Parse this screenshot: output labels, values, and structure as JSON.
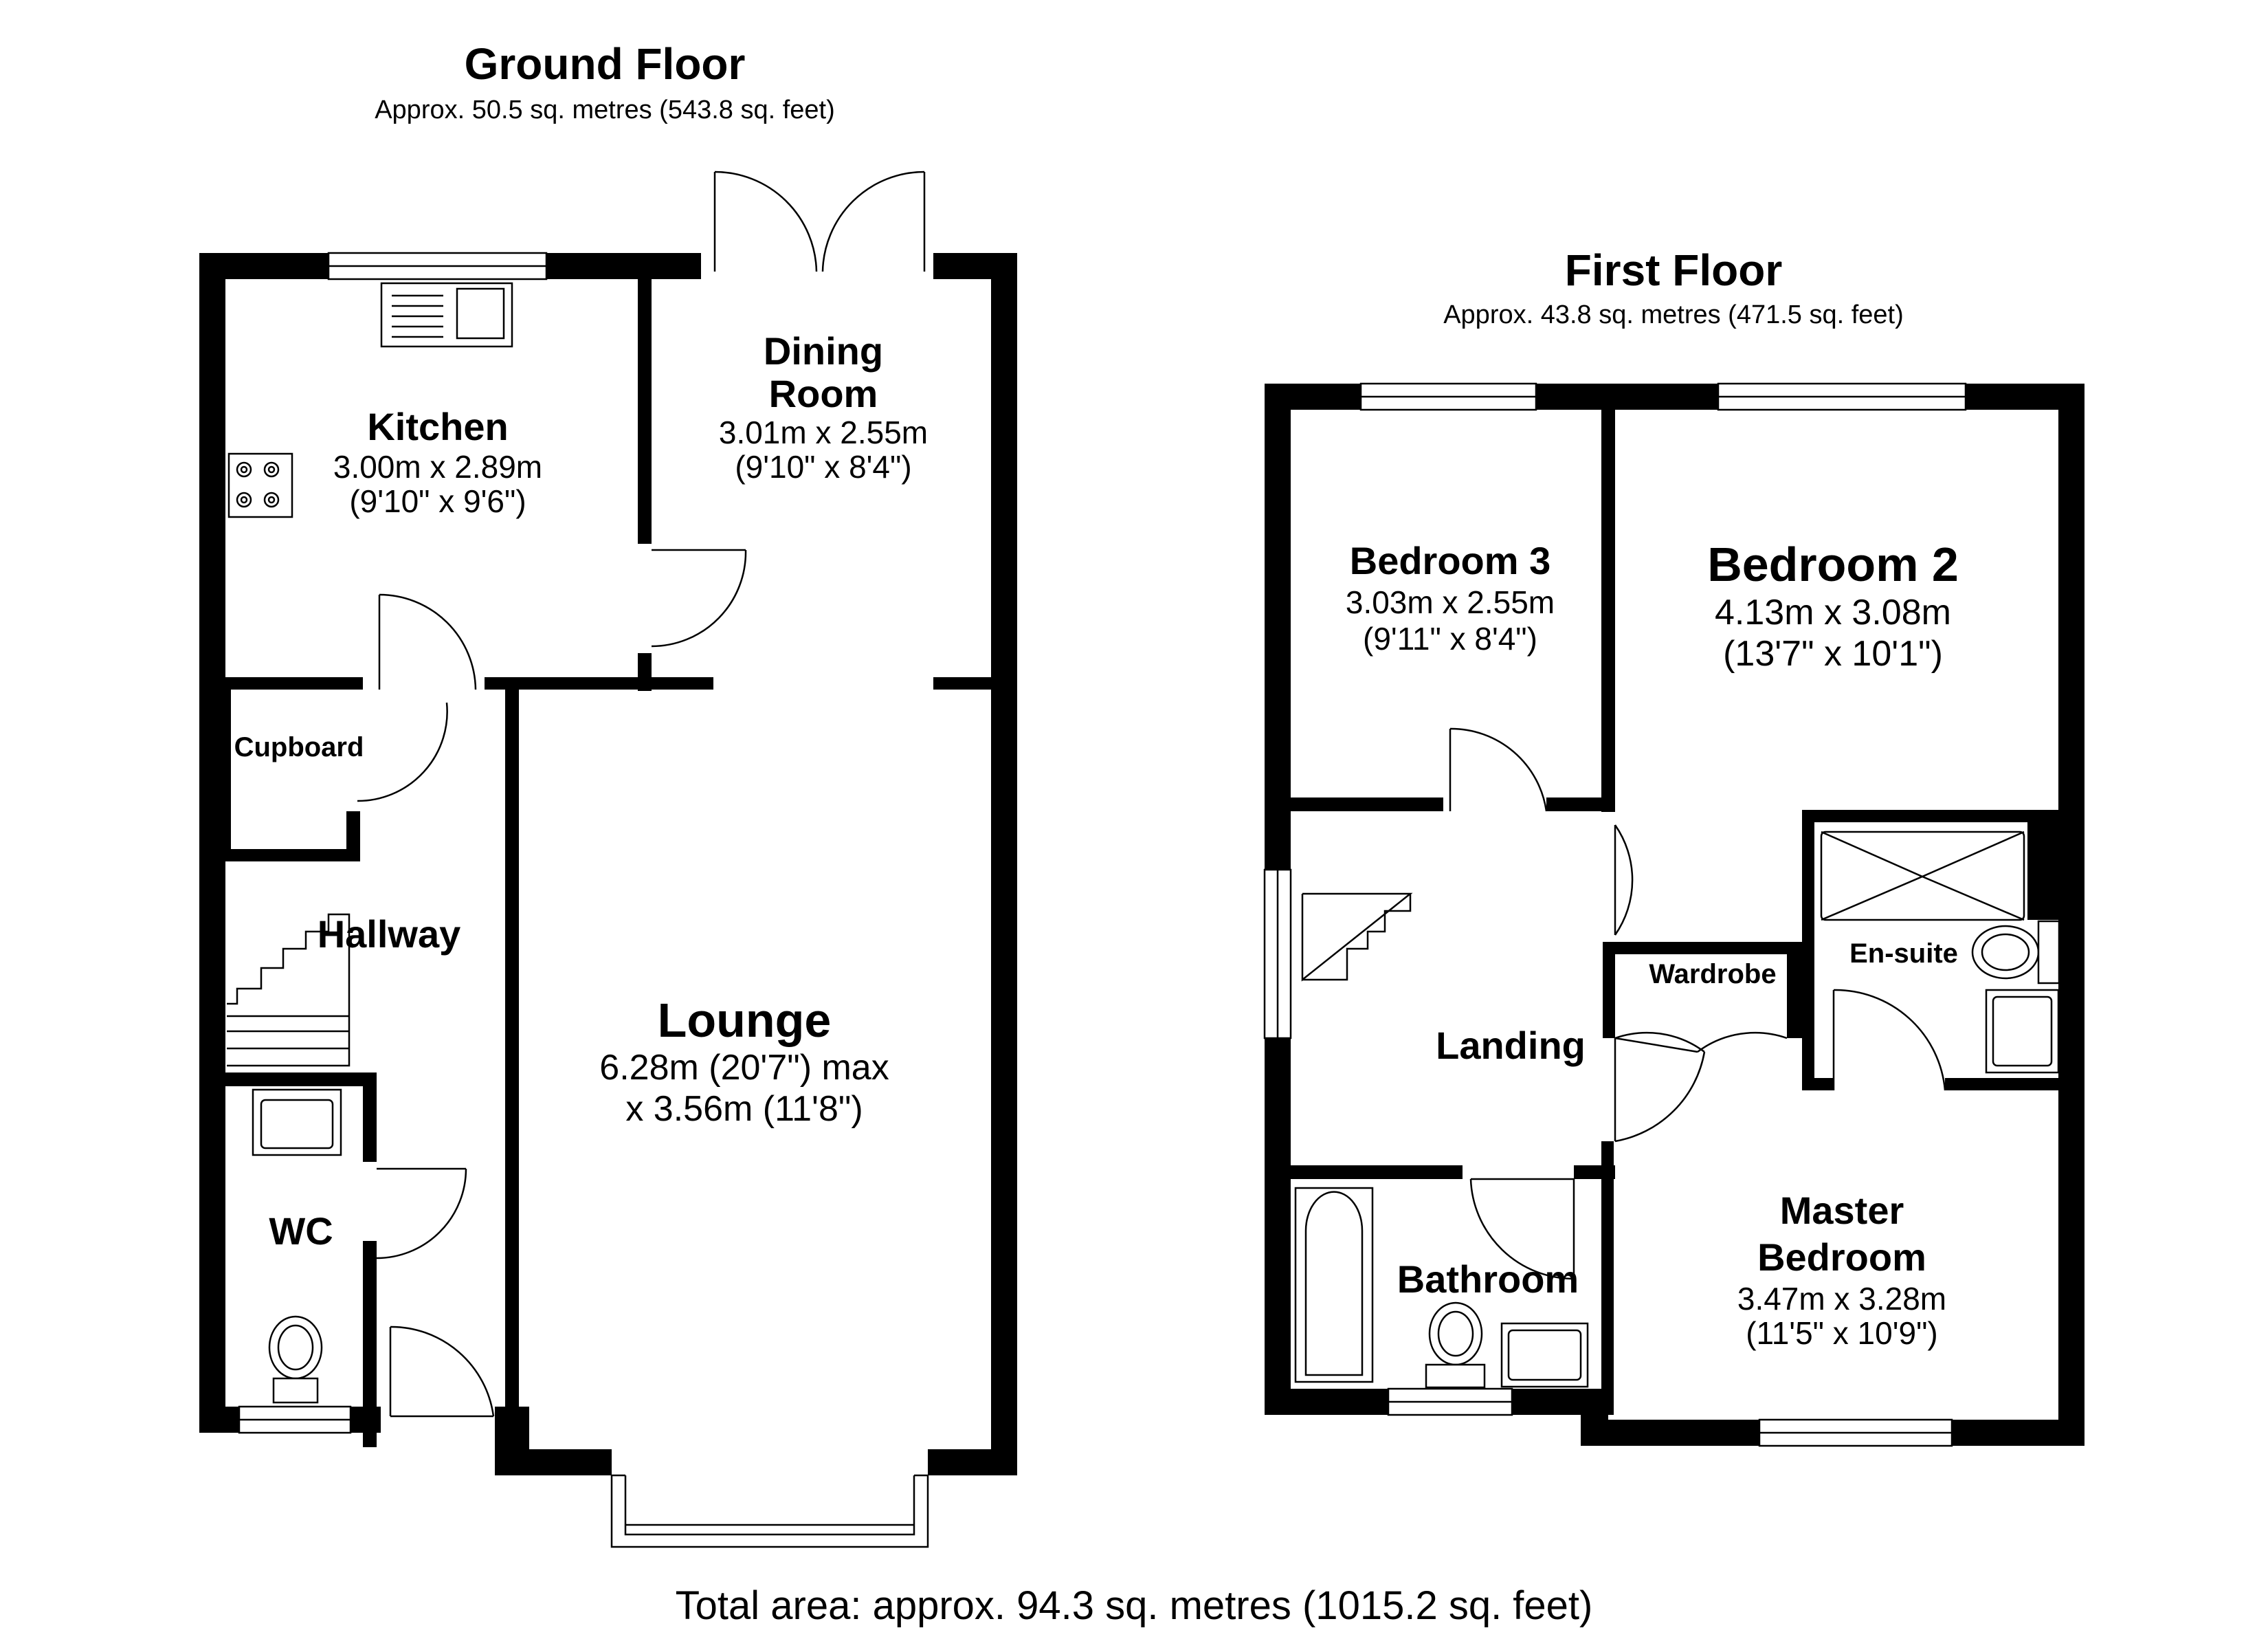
{
  "ground_floor": {
    "title": "Ground Floor",
    "area": "Approx. 50.5 sq. metres (543.8 sq. feet)",
    "rooms": {
      "kitchen": {
        "name": "Kitchen",
        "dim_m": "3.00m x 2.89m",
        "dim_ft": "(9'10\" x 9'6\")"
      },
      "dining": {
        "name_line1": "Dining",
        "name_line2": "Room",
        "dim_m": "3.01m x 2.55m",
        "dim_ft": "(9'10\" x 8'4\")"
      },
      "cupboard": {
        "name": "Cupboard"
      },
      "hallway": {
        "name": "Hallway"
      },
      "lounge": {
        "name": "Lounge",
        "dim_line1": "6.28m (20'7\") max",
        "dim_line2": "x 3.56m (11'8\")"
      },
      "wc": {
        "name": "WC"
      }
    }
  },
  "first_floor": {
    "title": "First Floor",
    "area": "Approx. 43.8 sq. metres (471.5 sq. feet)",
    "rooms": {
      "bedroom3": {
        "name": "Bedroom 3",
        "dim_m": "3.03m x 2.55m",
        "dim_ft": "(9'11\" x 8'4\")"
      },
      "bedroom2": {
        "name": "Bedroom 2",
        "dim_m": "4.13m x 3.08m",
        "dim_ft": "(13'7\" x 10'1\")"
      },
      "ensuite": {
        "name": "En-suite"
      },
      "wardrobe": {
        "name": "Wardrobe"
      },
      "landing": {
        "name": "Landing"
      },
      "bathroom": {
        "name": "Bathroom"
      },
      "master": {
        "name_line1": "Master",
        "name_line2": "Bedroom",
        "dim_m": "3.47m x 3.28m",
        "dim_ft": "(11'5\" x 10'9\")"
      }
    }
  },
  "total_area": "Total area: approx. 94.3 sq. metres (1015.2 sq. feet)",
  "colors": {
    "wall": "#000000",
    "background": "#ffffff"
  }
}
